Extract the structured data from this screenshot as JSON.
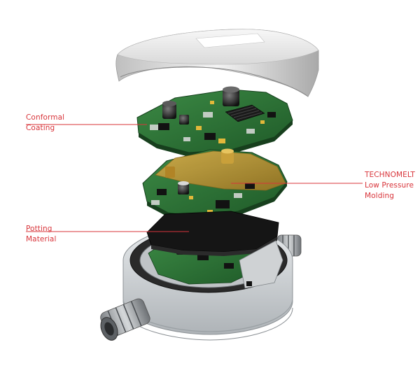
{
  "labels": {
    "conformal": [
      "Conformal",
      "Coating"
    ],
    "technomelt": [
      "TECHNOMELT",
      "Low Pressure",
      "Molding"
    ],
    "potting": [
      "Potting",
      "Material"
    ]
  },
  "colors": {
    "accent": "#d8343a",
    "pcb_green": "#2f7a3a",
    "pcb_dark": "#1f4f27",
    "hotmelt_amber": "#c89b38",
    "housing_grey": "#cfd3d6",
    "potting_black": "#141414"
  }
}
